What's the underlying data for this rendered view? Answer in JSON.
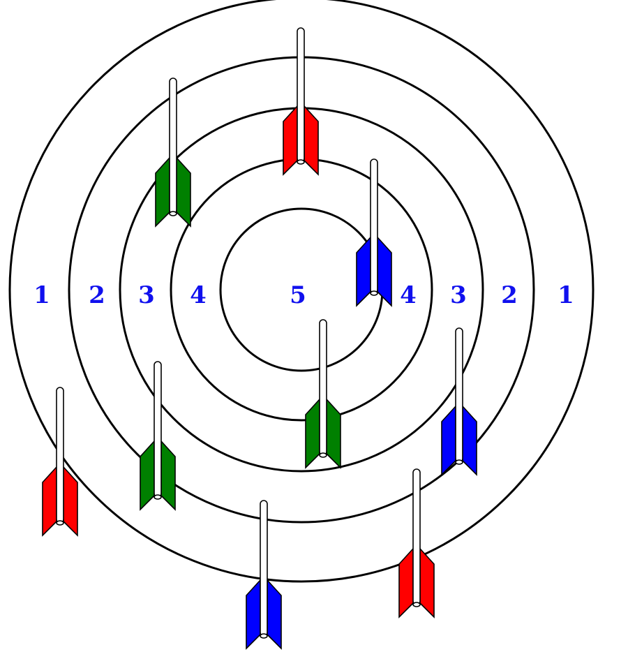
{
  "colors": {
    "red": "#ff0000",
    "green": "#008000",
    "blue": "#0000ff",
    "label": "#1010ee"
  },
  "rings": [
    {
      "label": "1"
    },
    {
      "label": "2"
    },
    {
      "label": "3"
    },
    {
      "label": "4"
    },
    {
      "label": "5"
    }
  ],
  "left_labels": [
    "1",
    "2",
    "3",
    "4"
  ],
  "center_label": "5",
  "right_labels": [
    "4",
    "3",
    "2",
    "1"
  ],
  "darts": [
    {
      "id": "red-1",
      "color": "red"
    },
    {
      "id": "green-1",
      "color": "green"
    },
    {
      "id": "blue-1",
      "color": "blue"
    },
    {
      "id": "green-2",
      "color": "green"
    },
    {
      "id": "blue-2",
      "color": "blue"
    },
    {
      "id": "green-3",
      "color": "green"
    },
    {
      "id": "red-2",
      "color": "red"
    },
    {
      "id": "blue-3",
      "color": "blue"
    },
    {
      "id": "red-3",
      "color": "red"
    }
  ]
}
